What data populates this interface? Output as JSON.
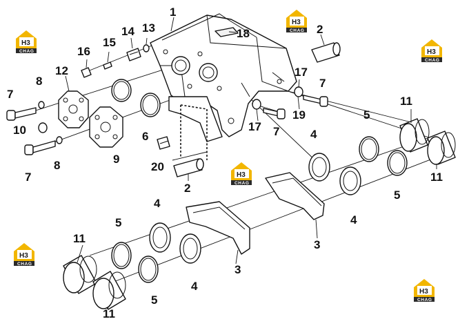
{
  "brand": {
    "logo_letters": "H3",
    "logo_caption": "CHAG",
    "color_yellow": "#f2b600",
    "color_dark": "#2a2a2a"
  },
  "labels": [
    {
      "id": "1",
      "text": "1"
    },
    {
      "id": "2a",
      "text": "2"
    },
    {
      "id": "2b",
      "text": "2"
    },
    {
      "id": "3a",
      "text": "3"
    },
    {
      "id": "3b",
      "text": "3"
    },
    {
      "id": "4a",
      "text": "4"
    },
    {
      "id": "4b",
      "text": "4"
    },
    {
      "id": "4c",
      "text": "4"
    },
    {
      "id": "4d",
      "text": "4"
    },
    {
      "id": "5a",
      "text": "5"
    },
    {
      "id": "5b",
      "text": "5"
    },
    {
      "id": "5c",
      "text": "5"
    },
    {
      "id": "5d",
      "text": "5"
    },
    {
      "id": "6",
      "text": "6"
    },
    {
      "id": "7a",
      "text": "7"
    },
    {
      "id": "7b",
      "text": "7"
    },
    {
      "id": "7c",
      "text": "7"
    },
    {
      "id": "7d",
      "text": "7"
    },
    {
      "id": "8a",
      "text": "8"
    },
    {
      "id": "8b",
      "text": "8"
    },
    {
      "id": "9",
      "text": "9"
    },
    {
      "id": "10",
      "text": "10"
    },
    {
      "id": "11a",
      "text": "11"
    },
    {
      "id": "11b",
      "text": "11"
    },
    {
      "id": "11c",
      "text": "11"
    },
    {
      "id": "11d",
      "text": "11"
    },
    {
      "id": "12",
      "text": "12"
    },
    {
      "id": "13",
      "text": "13"
    },
    {
      "id": "14",
      "text": "14"
    },
    {
      "id": "15",
      "text": "15"
    },
    {
      "id": "16",
      "text": "16"
    },
    {
      "id": "17a",
      "text": "17"
    },
    {
      "id": "17b",
      "text": "17"
    },
    {
      "id": "18",
      "text": "18"
    },
    {
      "id": "19",
      "text": "19"
    },
    {
      "id": "20",
      "text": "20"
    }
  ]
}
